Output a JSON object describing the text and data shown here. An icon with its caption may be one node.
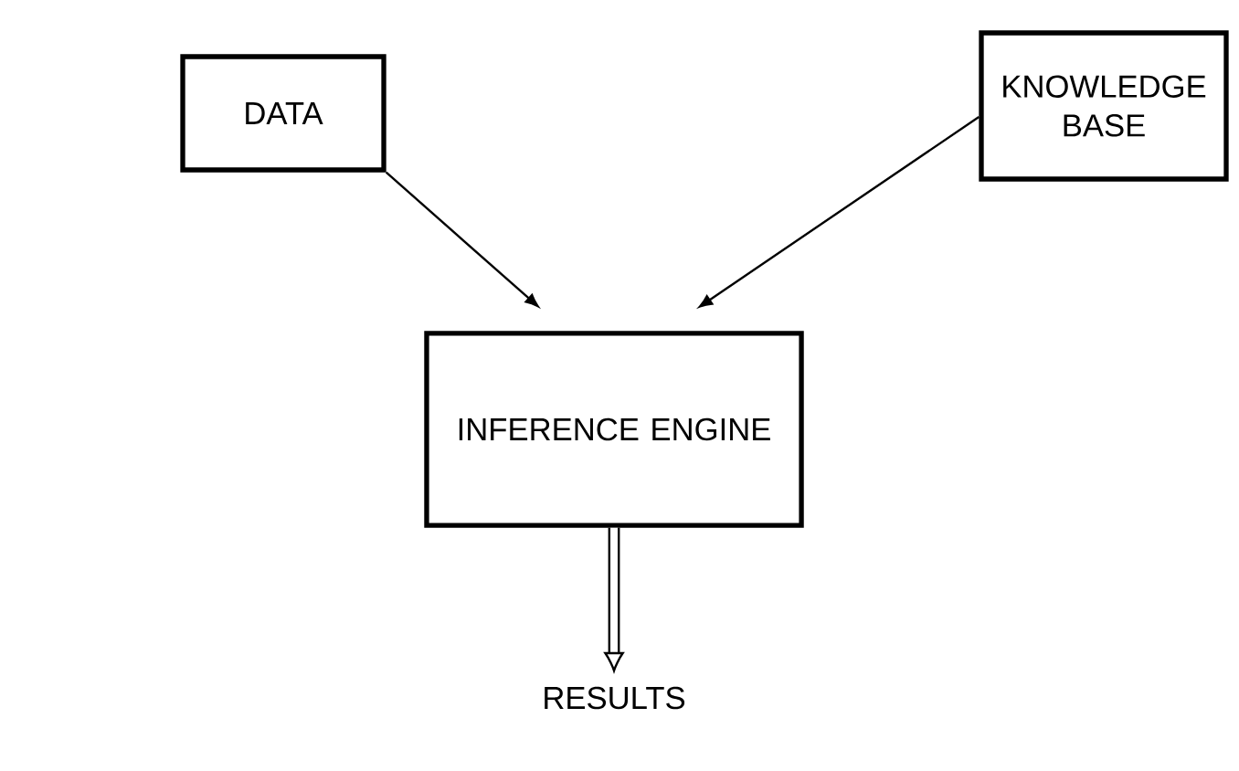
{
  "diagram": {
    "nodes": [
      {
        "text": [
          "DATA"
        ]
      },
      {
        "text": [
          "KNOWLEDGE BASE"
        ]
      },
      {
        "text": [
          "INFERENCE ENGINE"
        ]
      },
      {
        "text": [
          "RESULTS"
        ]
      }
    ],
    "edges": [
      {
        "from": 0,
        "to": 2,
        "arrow": "to"
      },
      {
        "from": 1,
        "to": 2,
        "arrow": "to"
      },
      {
        "from": 2,
        "to": 3,
        "arrow": "to",
        "style": "thick"
      }
    ]
  }
}
